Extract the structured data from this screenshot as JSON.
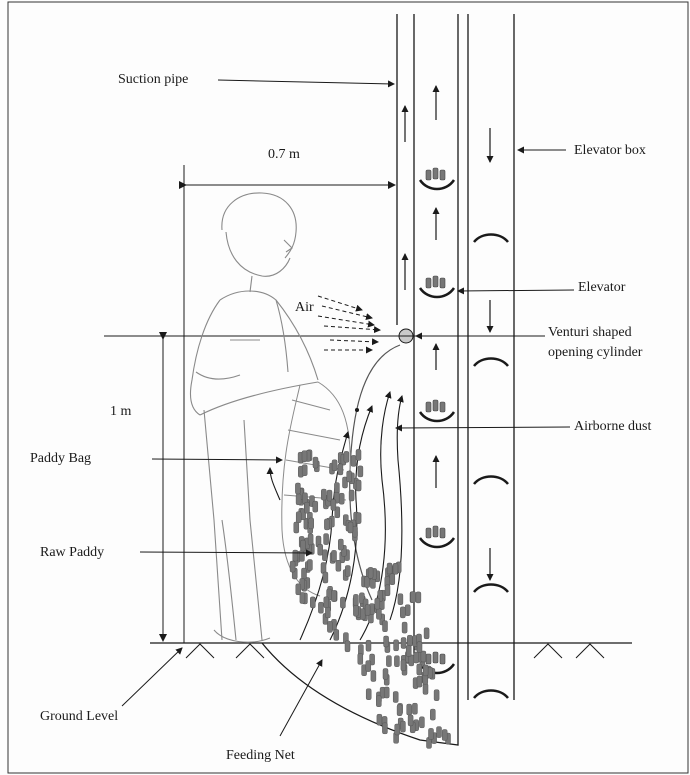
{
  "labels": {
    "suction_pipe": "Suction pipe",
    "distance": "0.7 m",
    "elevator_box": "Elevator box",
    "air": "Air",
    "elevator": "Elevator",
    "venturi_line1": "Venturi shaped",
    "venturi_line2": "opening cylinder",
    "height": "1 m",
    "airborne_dust": "Airborne dust",
    "paddy_bag": "Paddy Bag",
    "raw_paddy": "Raw Paddy",
    "ground_level": "Ground Level",
    "feeding_net": "Feeding Net"
  },
  "colors": {
    "line": "#1a1a1a",
    "sketch": "#8a8a8a",
    "grain": "#777777",
    "background": "#fdfdfd"
  }
}
